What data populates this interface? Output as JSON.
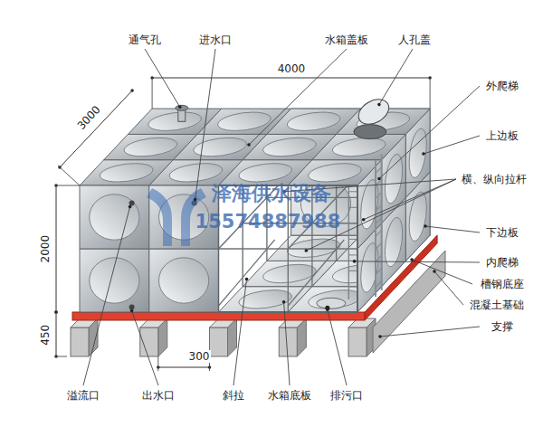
{
  "diagram": {
    "labels": [
      "通气孔",
      "进水口",
      "水箱盖板",
      "人孔盖",
      "4000",
      "3000",
      "外爬梯",
      "上边板",
      "横、纵向拉杆",
      "下边板",
      "内爬梯",
      "槽钢底座",
      "混凝土基础",
      "支撑",
      "2000",
      "450",
      "300",
      "溢流口",
      "出水口",
      "斜拉",
      "水箱底板",
      "排污口",
      "泽海供水设备",
      "15574887988"
    ]
  }
}
